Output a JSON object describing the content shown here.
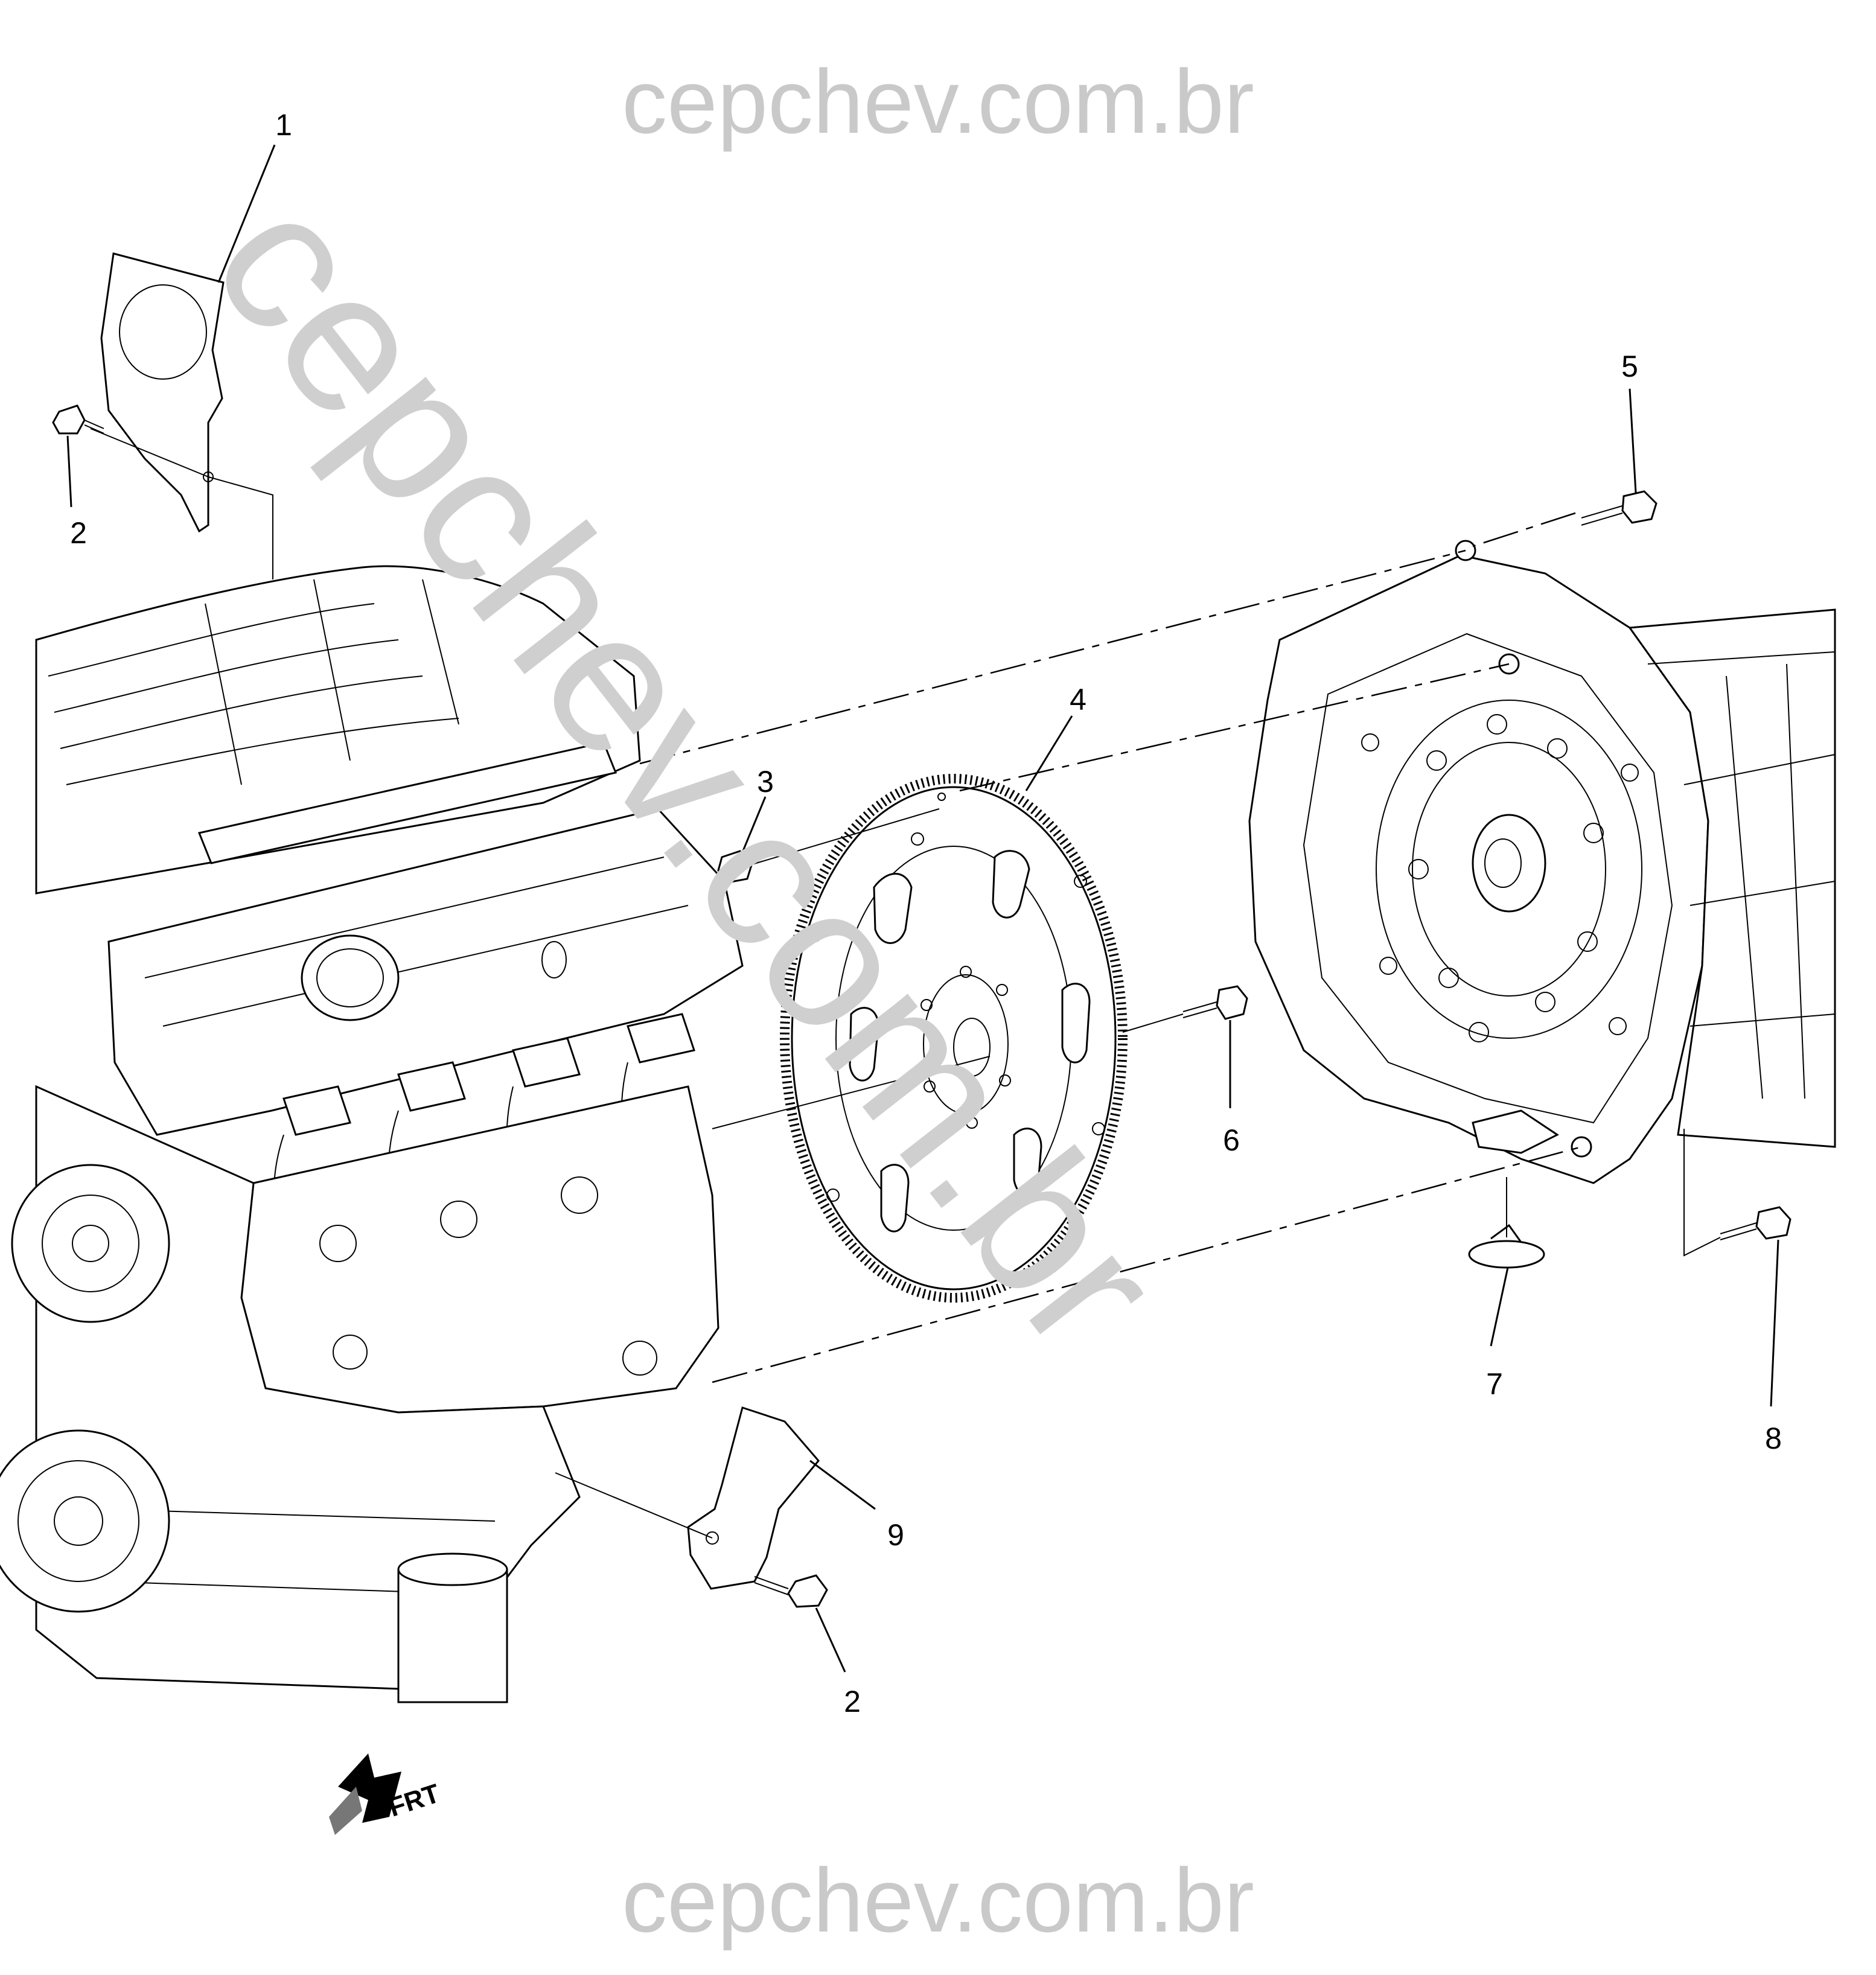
{
  "watermark": {
    "top": "cepchev.com.br",
    "diagonal": "cepchev.com.br",
    "bottom": "cepchev.com.br"
  },
  "callouts": {
    "c1": "1",
    "c2_top": "2",
    "c2_bottom": "2",
    "c3": "3",
    "c4": "4",
    "c5": "5",
    "c6": "6",
    "c7": "7",
    "c8": "8",
    "c9": "9"
  },
  "front_indicator": {
    "label": "FRT",
    "icon": "front-arrow-icon"
  }
}
